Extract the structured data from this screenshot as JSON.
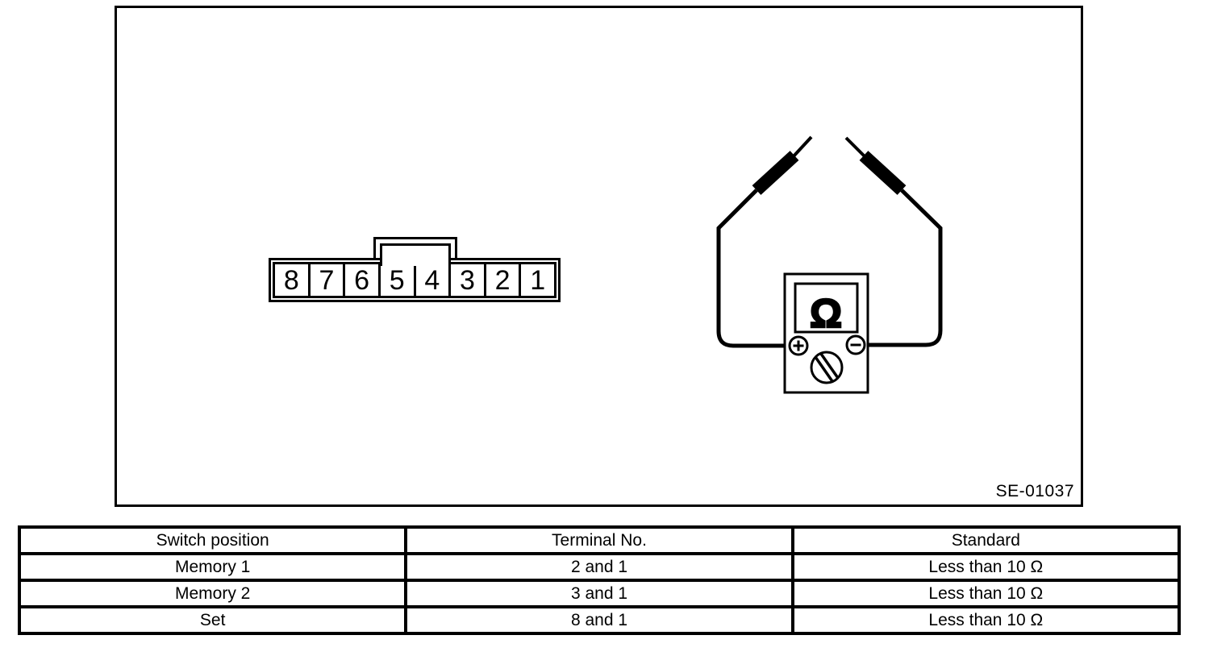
{
  "diagram": {
    "figure_id": "SE-01037",
    "connector": {
      "terminals": [
        "8",
        "7",
        "6",
        "5",
        "4",
        "3",
        "2",
        "1"
      ]
    },
    "meter": {
      "display_symbol": "Ω",
      "icons": {
        "display": "omega-icon",
        "positive_terminal": "plus-circle-icon",
        "negative_terminal": "minus-circle-icon",
        "selector": "rotary-dial-icon",
        "leads": "test-probe-icon"
      }
    }
  },
  "table": {
    "headers": [
      "Switch position",
      "Terminal No.",
      "Standard"
    ],
    "rows": [
      [
        "Memory 1",
        "2 and 1",
        "Less than 10 Ω"
      ],
      [
        "Memory 2",
        "3 and 1",
        "Less than 10 Ω"
      ],
      [
        "Set",
        "8 and 1",
        "Less than 10 Ω"
      ]
    ]
  },
  "colors": {
    "line": "#000000",
    "background": "#ffffff"
  }
}
